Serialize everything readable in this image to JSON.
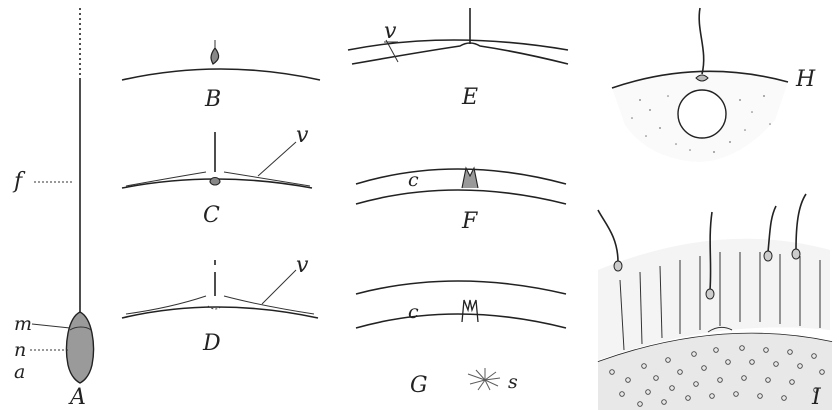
{
  "figure": {
    "panels": {
      "A": "A",
      "B": "B",
      "C": "C",
      "D": "D",
      "E": "E",
      "F": "F",
      "G": "G",
      "H": "H",
      "I": "I"
    },
    "parts": {
      "f": "f",
      "m": "m",
      "n": "n",
      "a": "a",
      "v_C": "v",
      "v_D": "v",
      "v_E": "v",
      "c_F": "c",
      "c_G": "c",
      "s": "s"
    }
  }
}
